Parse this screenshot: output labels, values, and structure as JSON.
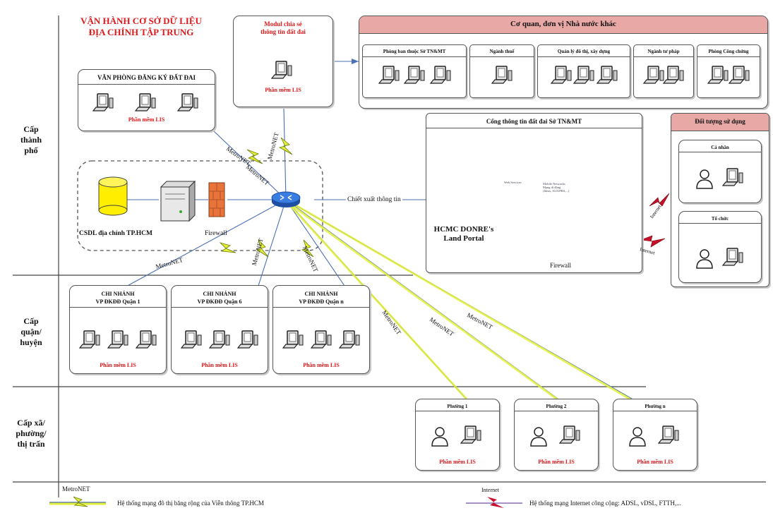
{
  "title": {
    "line1": "VẬN HÀNH CƠ SỞ DỮ LIỆU",
    "line2": "ĐỊA CHÍNH TẬP TRUNG"
  },
  "levels": {
    "city": {
      "line1": "Cấp",
      "line2": "thành phố"
    },
    "district": {
      "line1": "Cấp",
      "line2": "quận/",
      "line3": "huyện"
    },
    "ward": {
      "line1": "Cấp xã/",
      "line2": "phường/",
      "line3": "thị trấn"
    }
  },
  "modul": {
    "line1": "Modul chia sẻ",
    "line2": "thông tin đất đai",
    "software": "Phần mềm LIS"
  },
  "vpdk": {
    "title": "VĂN PHÒNG ĐĂNG KÝ ĐẤT ĐAI",
    "software": "Phần mềm LIS"
  },
  "agencies": {
    "title": "Cơ quan, đơn vị Nhà nước khác",
    "items": [
      "Phòng ban thuộc Sở TN&MT",
      "Ngành thuế",
      "Quản lý đô thị, xây dựng",
      "Ngành tư pháp",
      "Phòng Công chứng"
    ]
  },
  "portal": {
    "title": "Cổng thông tin đất đai Sở TN&MT",
    "web": "Web Services",
    "mobile": [
      "Mobile Networks",
      "Mạng di động",
      "(Ideas, 3G/GPRS,...)"
    ],
    "label_line1": "HCMC DONRE's",
    "label_line2": "Land Portal",
    "firewall": "Firewall"
  },
  "users": {
    "title": "Đối tượng sử dụng",
    "individual": "Cá nhân",
    "organization": "Tổ chức"
  },
  "central": {
    "db": "CSDL địa chính TP.HCM",
    "firewall": "Firewall",
    "export": "Chiết xuất thông tin"
  },
  "branches": [
    {
      "line1": "CHI NHÁNH",
      "line2": "VP ĐKĐĐ Quận 1",
      "software": "Phần mềm LIS"
    },
    {
      "line1": "CHI NHÁNH",
      "line2": "VP ĐKĐĐ Quận 6",
      "software": "Phần mềm LIS"
    },
    {
      "line1": "CHI NHÁNH",
      "line2": "VP ĐKĐĐ Quận n",
      "software": "Phần mềm LIS"
    }
  ],
  "wards": [
    {
      "name": "Phường 1",
      "software": "Phần mềm LIS"
    },
    {
      "name": "Phường 2",
      "software": "Phần mềm LIS"
    },
    {
      "name": "Phường n",
      "software": "Phần mềm LIS"
    }
  ],
  "net": {
    "metronet": "MetroNET",
    "internet": "Internet"
  },
  "legend": {
    "metronet_title": "MetroNET",
    "metronet_desc": "Hệ thống mạng đô thị băng rộng của Viễn thông TP.HCM",
    "internet_title": "Internet",
    "internet_desc": "Hệ thống mạng Internet công cộng: ADSL, vDSL, FTTH,..."
  },
  "colors": {
    "header_fill": "#e8a8a6",
    "lightning": "#e3f03a",
    "internet_bolt": "#c8102e",
    "router": "#2f6fd0",
    "db": "#ffee00",
    "firewall": "#e8743b",
    "title_red": "#e0191b"
  }
}
